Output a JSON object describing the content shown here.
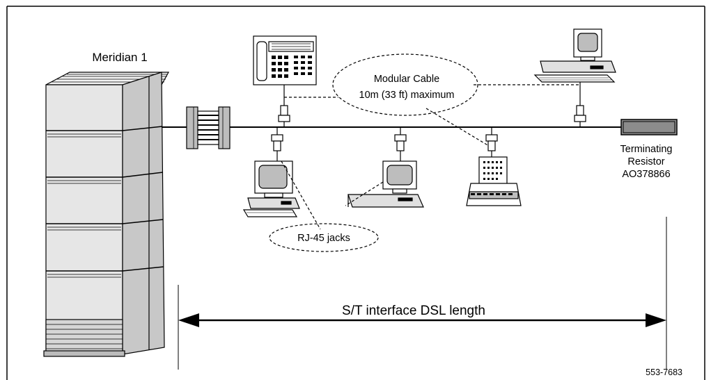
{
  "labels": {
    "system": "Meridian 1",
    "cable_line1": "Modular Cable",
    "cable_line2": "10m (33 ft) maximum",
    "resistor_line1": "Terminating",
    "resistor_line2": "Resistor",
    "resistor_line3": "AO378866",
    "jacks": "RJ-45 jacks",
    "length": "S/T interface DSL length",
    "figure_id": "553-7683"
  },
  "icons": {
    "cabinet": "meridian-cabinet-icon",
    "connector": "interface-connector-icon",
    "phone": "desk-telephone-icon",
    "workstation": "computer-workstation-icon",
    "printer": "printer-icon",
    "resistor": "terminating-resistor-icon",
    "jack": "rj45-jack-icon"
  }
}
